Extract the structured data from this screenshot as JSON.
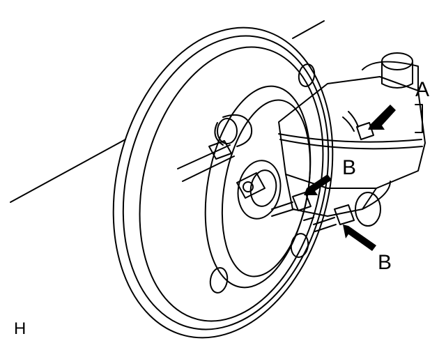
{
  "diagram": {
    "callouts": {
      "a": "A",
      "b_upper": "B",
      "b_lower": "B"
    },
    "figure_code": "H"
  },
  "colors": {
    "line": "#000000",
    "background": "#ffffff"
  }
}
